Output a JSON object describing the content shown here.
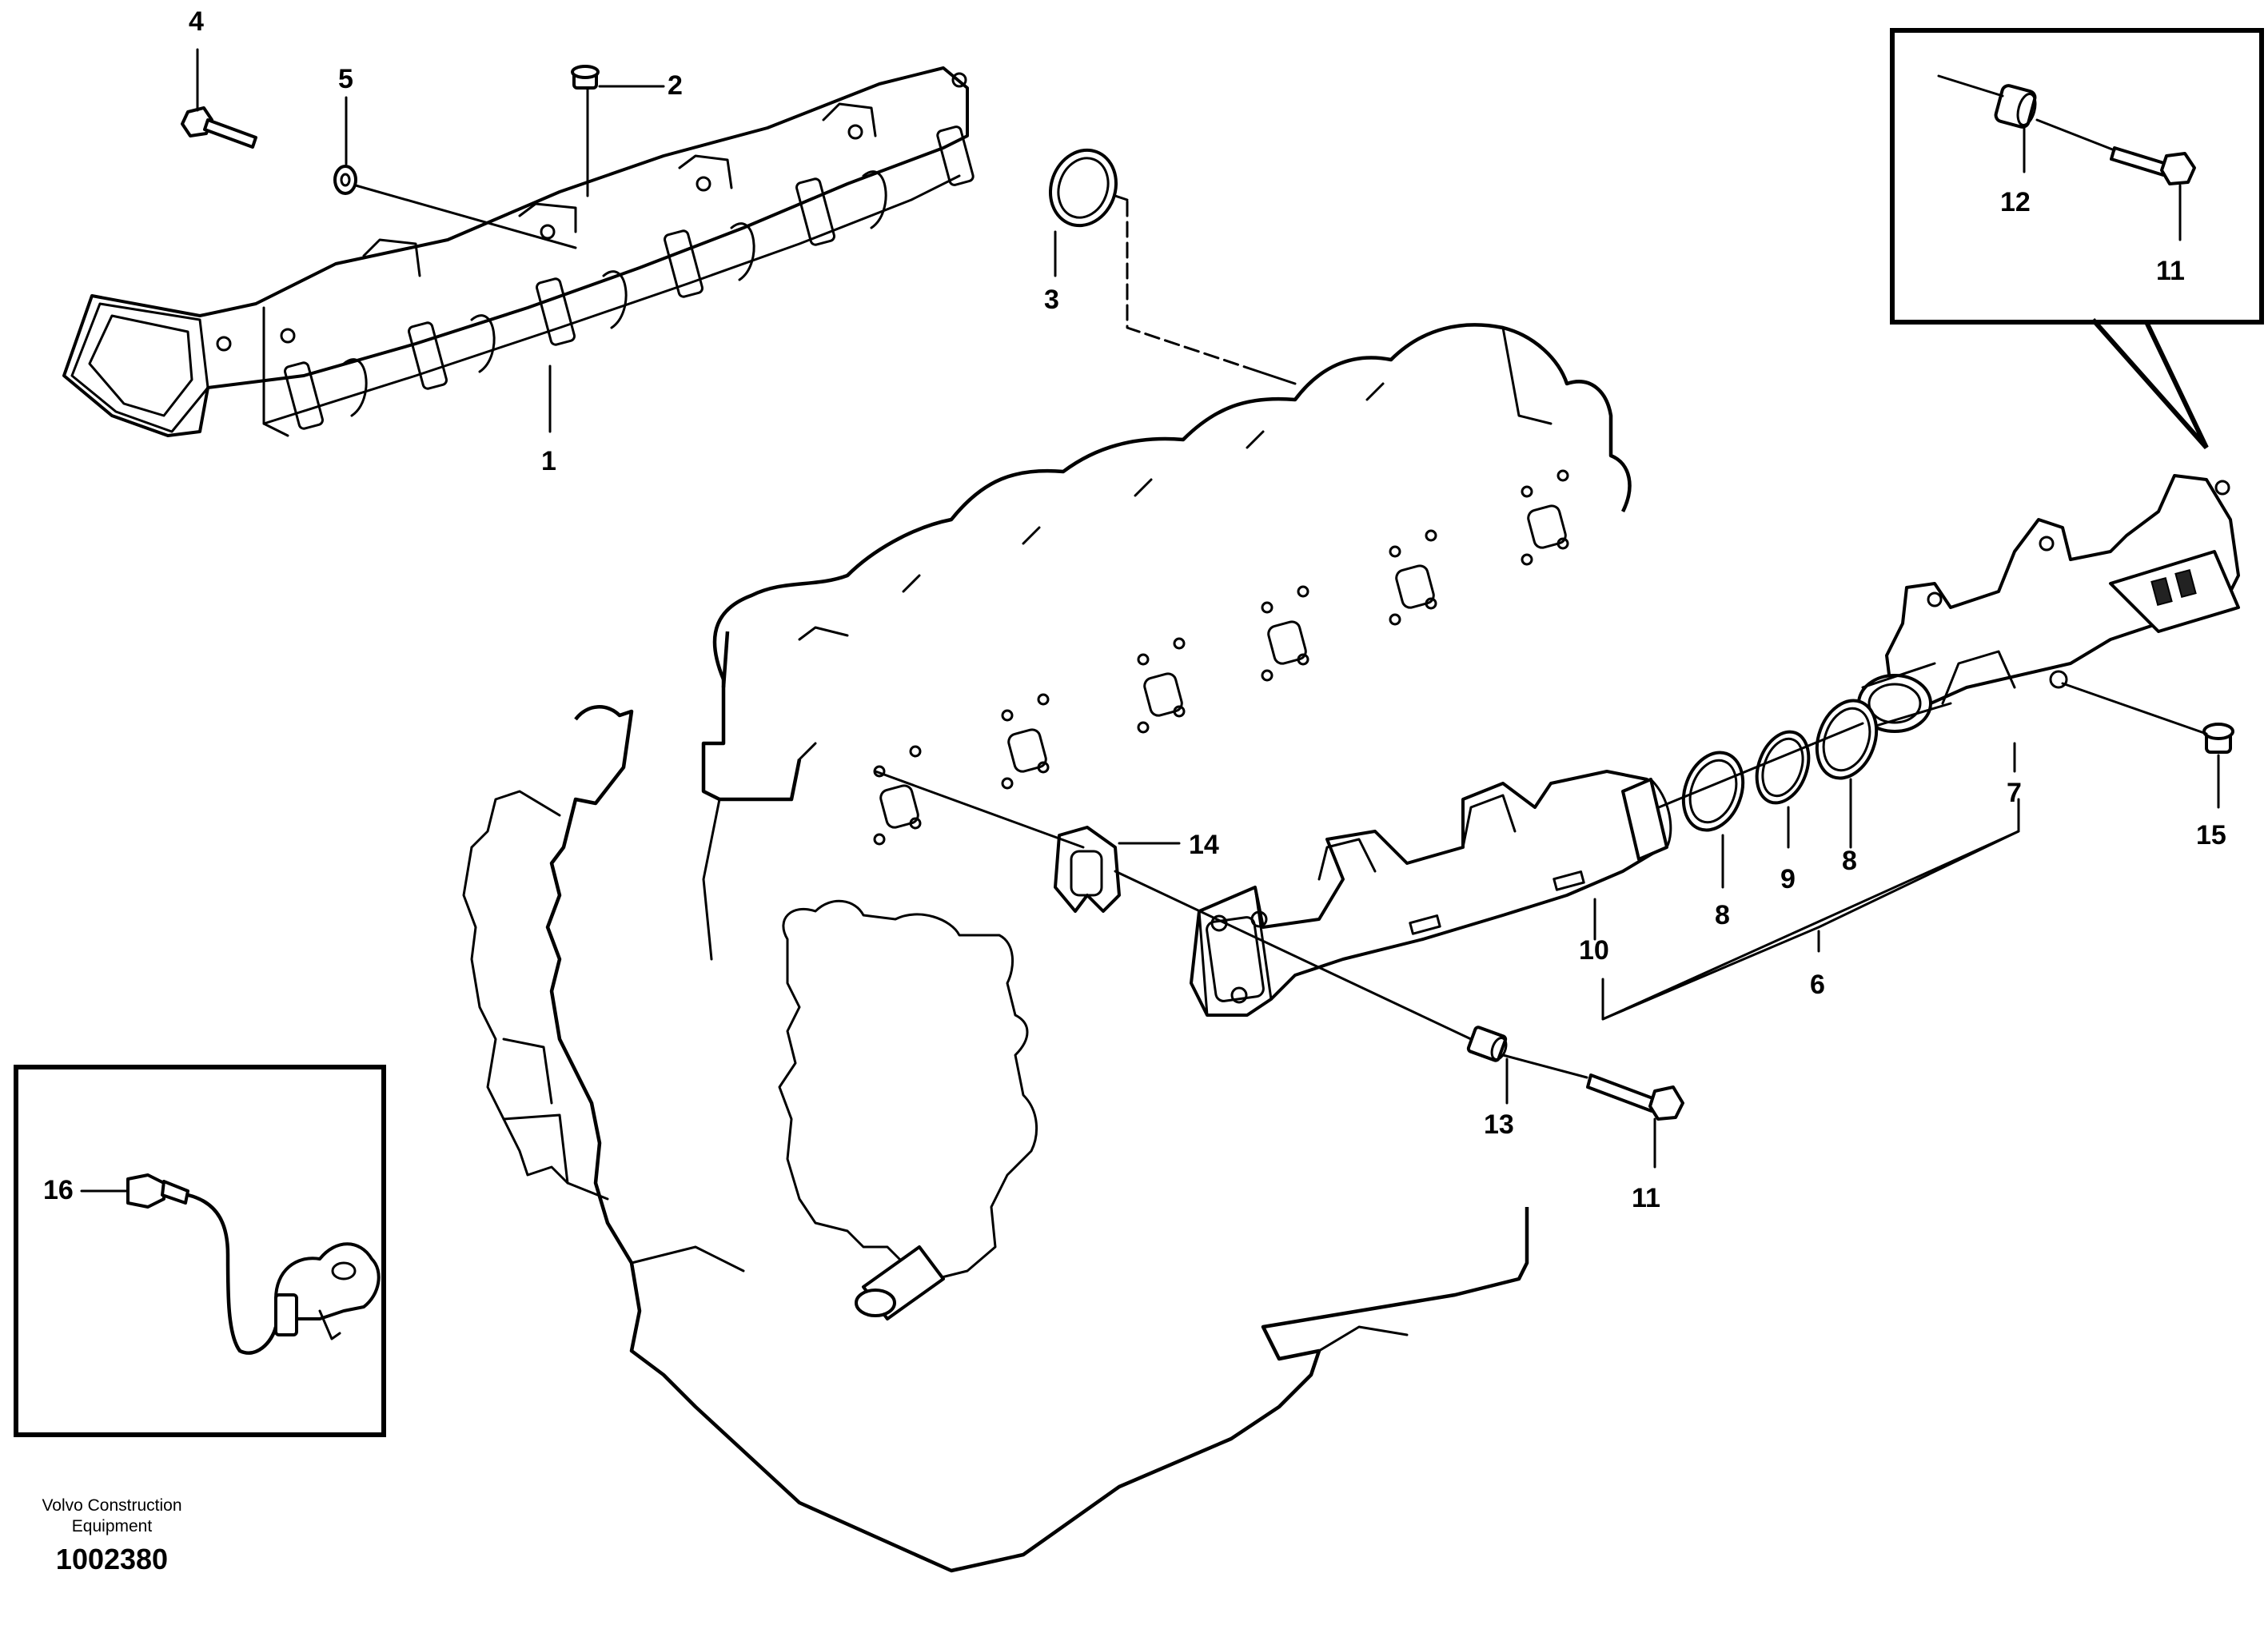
{
  "callouts": {
    "c1": "1",
    "c2": "2",
    "c3": "3",
    "c4": "4",
    "c5": "5",
    "c6": "6",
    "c7": "7",
    "c8a": "8",
    "c8b": "8",
    "c9": "9",
    "c10": "10",
    "c11a": "11",
    "c11b": "11",
    "c12": "12",
    "c13": "13",
    "c14": "14",
    "c15": "15",
    "c16": "16"
  },
  "credit": {
    "line1": "Volvo Construction",
    "line2": "Equipment",
    "drawing_number": "1002380"
  }
}
